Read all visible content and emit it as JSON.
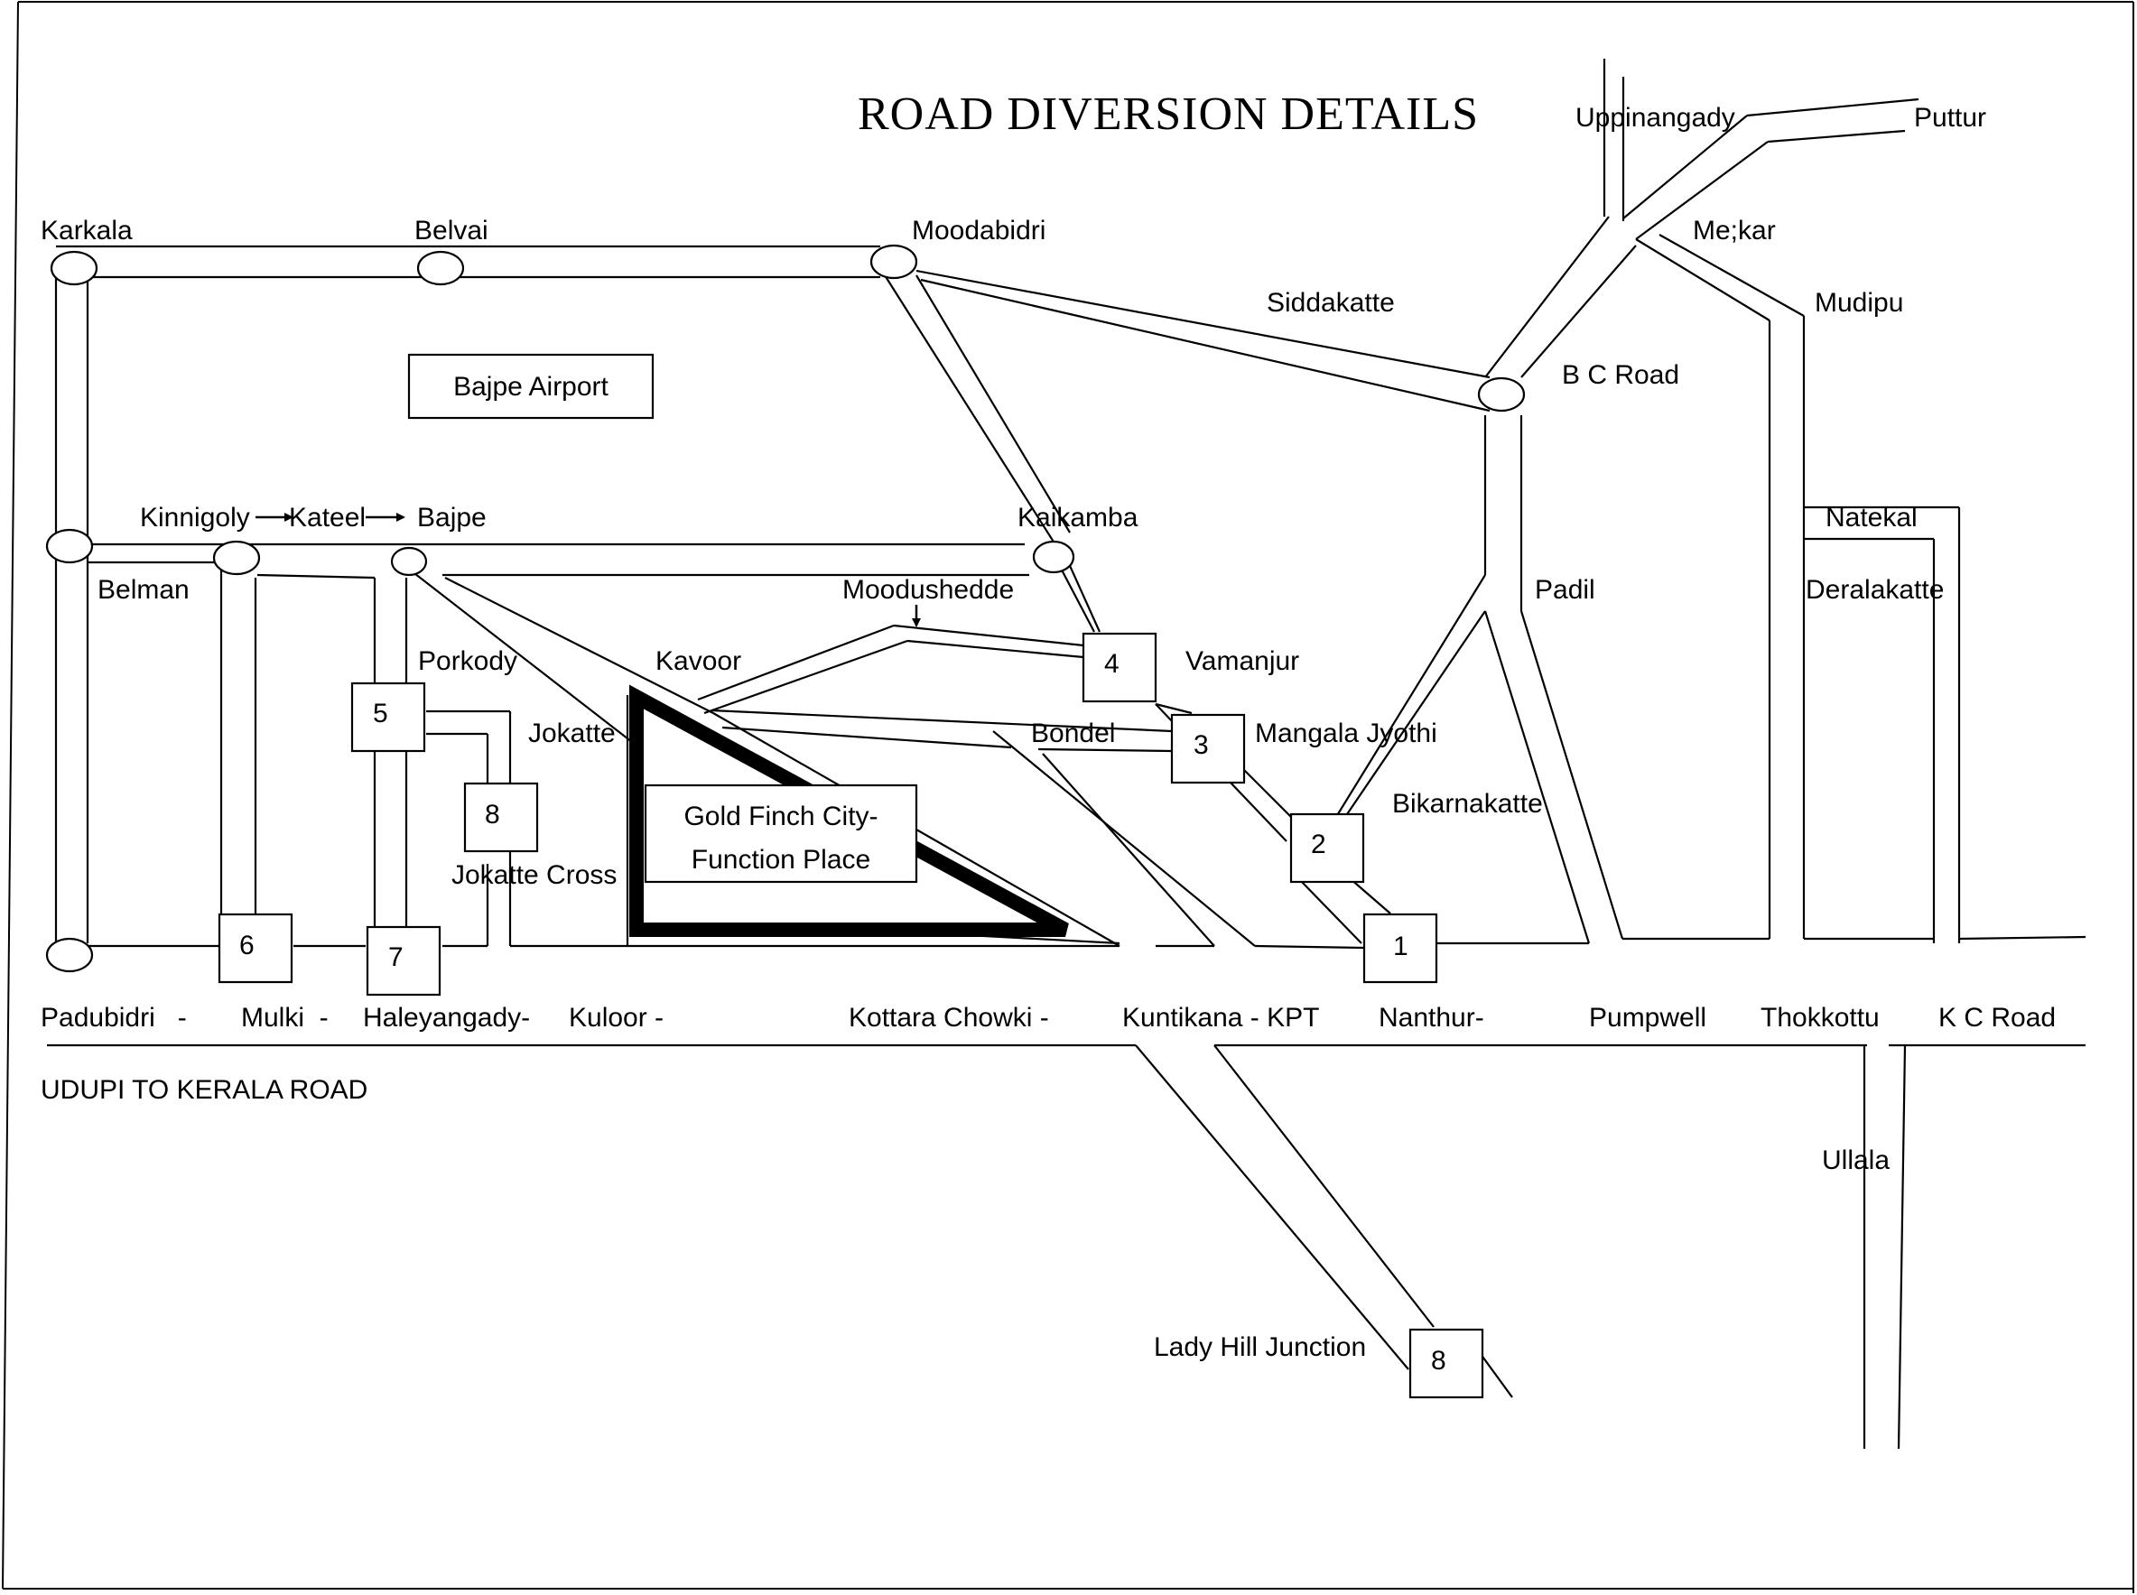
{
  "title": "ROAD DIVERSION DETAILS",
  "highway_label": "UDUPI TO KERALA ROAD",
  "landmarks": {
    "airport": "Bajpe Airport",
    "venue_line1": "Gold Finch City-",
    "venue_line2": "Function Place"
  },
  "diversion_points": [
    "1",
    "2",
    "3",
    "4",
    "5",
    "6",
    "7",
    "8",
    "8"
  ],
  "places": {
    "karkala": "Karkala",
    "belvai": "Belvai",
    "moodabidri": "Moodabidri",
    "uppinangady": "Uppinangady",
    "puttur": "Puttur",
    "mekar": "Me;kar",
    "mudipu": "Mudipu",
    "siddakatte": "Siddakatte",
    "bc_road": "B C Road",
    "kinnigoly": "Kinnigoly",
    "kateel": "Kateel",
    "bajpe": "Bajpe",
    "kaikamba": "Kaikamba",
    "natekal": "Natekal",
    "belman": "Belman",
    "moodushedde": "Moodushedde",
    "padil": "Padil",
    "deralakatte": "Deralakatte",
    "porkody": "Porkody",
    "kavoor": "Kavoor",
    "vamanjur": "Vamanjur",
    "jokatte": "Jokatte",
    "bondel": "Bondel",
    "mangala_jyothi": "Mangala Jyothi",
    "bikarnakatte": "Bikarnakatte",
    "jokatte_cross": "Jokatte Cross",
    "ullala": "Ullala",
    "lady_hill": "Lady Hill Junction"
  },
  "highway_stops": {
    "padubidri": "Padubidri   -",
    "mulki": "Mulki  -",
    "haleyangady": "Haleyangady-",
    "kuloor": "Kuloor -",
    "kottara": "Kottara Chowki -",
    "kuntikana": "Kuntikana - KPT",
    "nanthur": "Nanthur-",
    "pumpwell": "Pumpwell",
    "thokkottu": "Thokkottu",
    "kc_road": "K C Road"
  }
}
